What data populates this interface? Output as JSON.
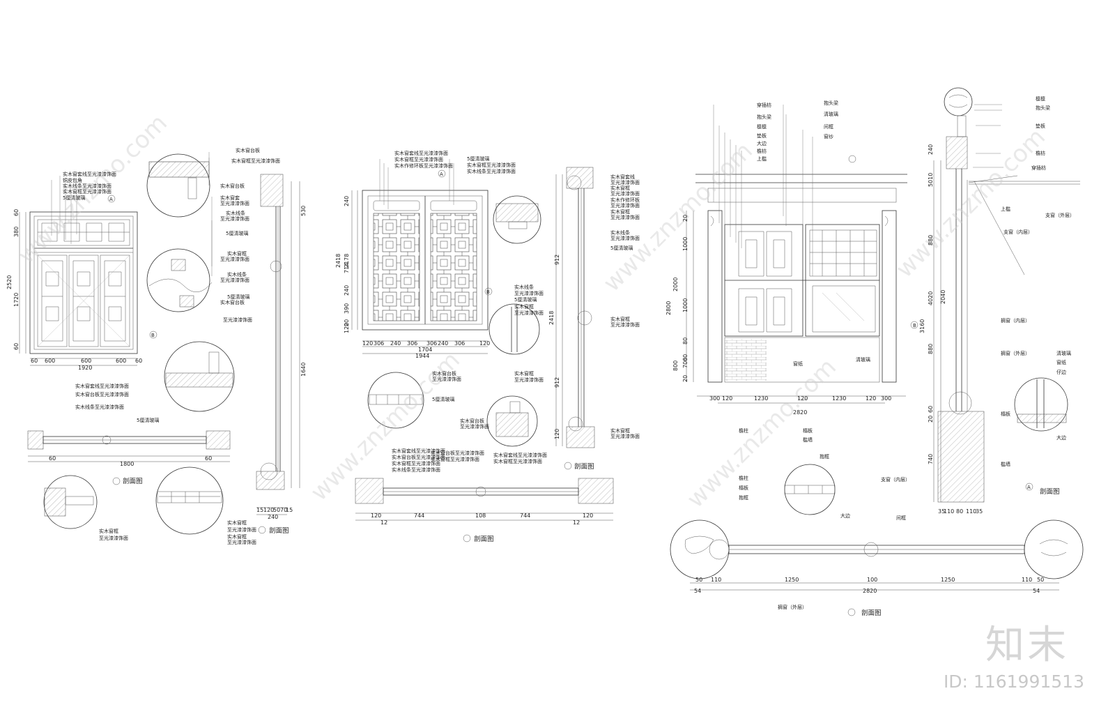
{
  "panel1": {
    "labels_top": [
      "实木窗台板",
      "实木窗框至光漆漆饰面",
      "实木窗套线至光漆漆饰面",
      "铜皮包角",
      "实木线条至光漆漆饰面",
      "实木窗框至光漆漆饰面",
      "5厘清玻璃",
      "实木窗台板",
      "实木窗套",
      "至光漆漆饰面",
      "实木线条",
      "至光漆漆饰面",
      "5厘清玻璃",
      "实木窗框",
      "至光漆漆饰面",
      "实木线条",
      "至光漆漆饰面",
      "5厘清玻璃",
      "实木窗台板",
      "至光漆漆饰面"
    ],
    "labels_bottom": [
      "实木窗套线至光漆漆饰面",
      "实木窗台板至光漆漆饰面",
      "实木线条至光漆漆饰面",
      "5厘清玻璃",
      "实木窗框",
      "至光漆漆饰面",
      "实木窗框",
      "至光漆漆饰面",
      "实木窗框",
      "至光漆漆饰面"
    ],
    "dims_bottom": [
      "60",
      "600",
      "600",
      "600",
      "60",
      "1920"
    ],
    "dims_left": [
      "2520",
      "1720",
      "380",
      "60",
      "60"
    ],
    "dims_plan": [
      "60",
      "1800",
      "60"
    ],
    "dims_section": [
      "530",
      "1640",
      "240",
      "15",
      "120",
      "50",
      "70",
      "15"
    ],
    "section_b": "剖面图",
    "section_a": "剖面图",
    "marker_a": "A",
    "marker_b": "B"
  },
  "panel2": {
    "labels_top": [
      "实木窗套线至光漆漆饰面",
      "实木窗框至光漆漆饰面",
      "实木作修环板至光漆漆饰面",
      "5厘清玻璃",
      "实木窗框至光漆漆饰面",
      "实木线条至光漆漆饰面"
    ],
    "labels_right": [
      "实木窗套线",
      "至光漆漆饰面",
      "实木窗框",
      "至光漆漆饰面",
      "实木作修环板",
      "至光漆漆饰面",
      "实木窗框",
      "至光漆漆饰面",
      "实木线条",
      "至光漆漆饰面",
      "5厘清玻璃",
      "实木窗框",
      "至光漆漆饰面",
      "实木窗框",
      "至光漆漆饰面"
    ],
    "labels_detail": [
      "实木线条",
      "至光漆漆饰面",
      "5厘清玻璃",
      "实木窗框",
      "至光漆漆饰面",
      "实木窗框",
      "至光漆漆饰面",
      "5厘清玻璃",
      "实木窗台板",
      "至光漆漆饰面",
      "实木窗台板",
      "至光漆漆饰面"
    ],
    "labels_plan": [
      "实木窗套线至光漆漆饰面",
      "实木窗台板至光漆漆饰面",
      "实木窗框至光漆漆饰面",
      "实木线条至光漆漆饰面",
      "实木窗台板至光漆漆饰面",
      "实木窗框至光漆漆饰面",
      "实木窗套线至光漆漆饰面",
      "实木窗框至光漆漆饰面"
    ],
    "dims_bottom": [
      "120",
      "306",
      "240",
      "306",
      "306",
      "240",
      "306",
      "120",
      "1704",
      "1944"
    ],
    "dims_left": [
      "2418",
      "2178",
      "240",
      "714",
      "240",
      "390",
      "20",
      "120"
    ],
    "dims_plan": [
      "120",
      "744",
      "108",
      "744",
      "120",
      "12",
      "12"
    ],
    "dims_section": [
      "2418",
      "912",
      "912",
      "120"
    ],
    "section_b": "剖面图",
    "section_a": "剖面图",
    "marker_a": "A",
    "marker_b": "B"
  },
  "panel3": {
    "labels_elev": [
      "穿插枋",
      "抱头梁",
      "檩檩",
      "垫板",
      "大边",
      "檐枋",
      "上槛",
      "抱头梁",
      "清玻璃",
      "间框",
      "窗纱",
      "窗纸",
      "清玻璃",
      "檐柱",
      "榻板",
      "槛墙"
    ],
    "labels_section": [
      "檩檩",
      "抱头梁",
      "垫板",
      "檐枋",
      "穿插枋",
      "上槛",
      "支窗（外层）",
      "支窗（内层）",
      "摘窗（内层）",
      "摘窗（外层）",
      "清玻璃",
      "窗纸",
      "仔边",
      "榻板",
      "大边",
      "槛墙"
    ],
    "labels_plan": [
      "抱框",
      "檐柱",
      "榻板",
      "抱框",
      "支窗（内层）",
      "大边",
      "间框",
      "摘窗（外层）"
    ],
    "dims_bottom": [
      "300",
      "120",
      "1230",
      "120",
      "1230",
      "120",
      "300",
      "2820"
    ],
    "dims_left": [
      "2800",
      "2000",
      "1000",
      "1000",
      "800",
      "700",
      "20",
      "80",
      "60",
      "20"
    ],
    "dims_section": [
      "3160",
      "4020",
      "240",
      "5010",
      "880",
      "2040",
      "880",
      "60",
      "20",
      "740",
      "35",
      "110",
      "80",
      "110",
      "35"
    ],
    "dims_plan": [
      "50",
      "110",
      "1250",
      "100",
      "1250",
      "110",
      "50",
      "54",
      "2820",
      "54"
    ],
    "section_a": "剖面图",
    "section_b": "剖面图",
    "marker_a": "A",
    "marker_b": "B"
  },
  "watermark": "www.znzmo.com",
  "brand": "知末",
  "image_id": "ID: 1161991513"
}
